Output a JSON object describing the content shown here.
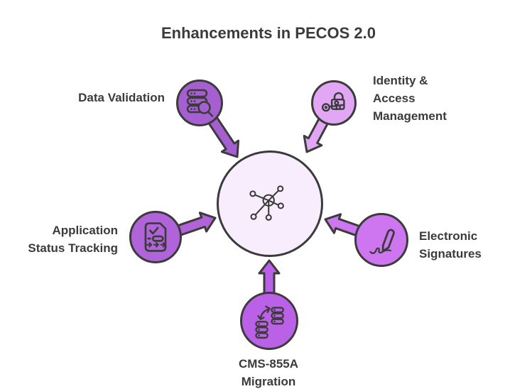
{
  "title": "Enhancements in PECOS 2.0",
  "colors": {
    "ink": "#3b3b3b",
    "hub_fill": "#f8edfc",
    "data_validation": "#a65fd1",
    "identity_access": "#e2a7f4",
    "application_status": "#b164da",
    "electronic_signatures": "#cd76f0",
    "cms_migration": "#ba61e7"
  },
  "hub": {
    "icon": "network-hub-icon"
  },
  "nodes": [
    {
      "id": "data-validation",
      "label": "Data Validation",
      "icon": "database-search-icon",
      "color": "#a65fd1"
    },
    {
      "id": "identity-access-management",
      "label": "Identity &\nAccess\nManagement",
      "icon": "lock-key-icon",
      "color": "#e2a7f4"
    },
    {
      "id": "application-status-tracking",
      "label": "Application\nStatus Tracking",
      "icon": "document-checklist-icon",
      "color": "#b164da"
    },
    {
      "id": "electronic-signatures",
      "label": "Electronic\nSignatures",
      "icon": "signature-pen-icon",
      "color": "#cd76f0"
    },
    {
      "id": "cms-855a-migration",
      "label": "CMS-855A\nMigration",
      "icon": "database-migration-icon",
      "color": "#ba61e7"
    }
  ]
}
